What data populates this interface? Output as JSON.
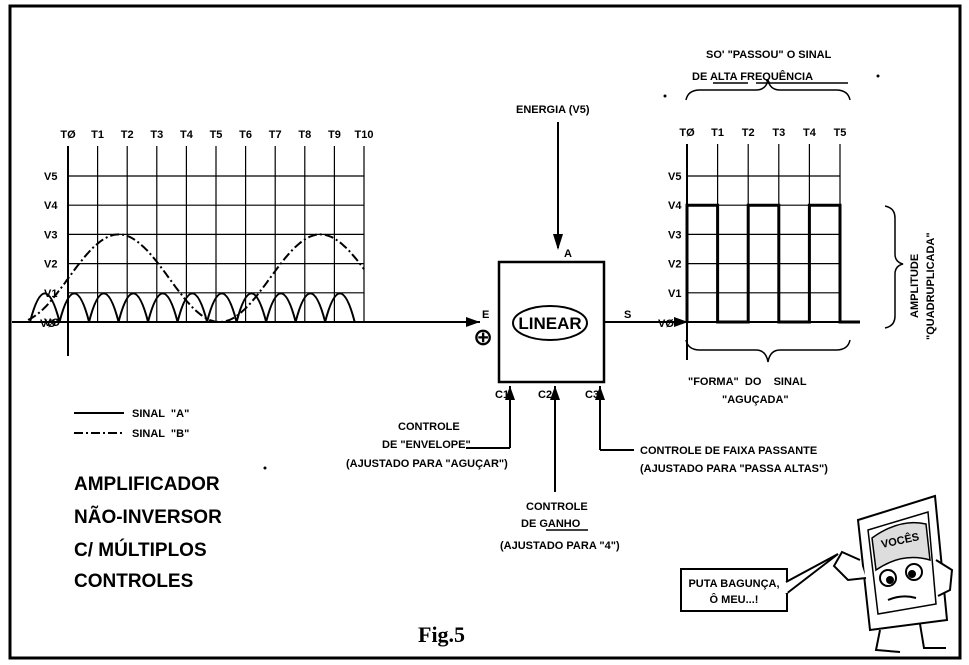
{
  "figure_label": "Fig.5",
  "left_chart": {
    "time_labels": [
      "TØ",
      "T1",
      "T2",
      "T3",
      "T4",
      "T5",
      "T6",
      "T7",
      "T8",
      "T9",
      "T10"
    ],
    "voltage_labels": [
      "V5",
      "V4",
      "V3",
      "V2",
      "V1",
      "VØ"
    ]
  },
  "right_chart": {
    "time_labels": [
      "TØ",
      "T1",
      "T2",
      "T3",
      "T4",
      "T5"
    ],
    "voltage_labels": [
      "V5",
      "V4",
      "V3",
      "V2",
      "V1"
    ],
    "input_label": "VØ",
    "square_wave_amplitude": "V4"
  },
  "top_note": {
    "line1": "SO' \"PASSOU\" O SINAL",
    "line2_a": "DE ",
    "line2_b": "ALTA",
    "line2_c": " FREQUÊNCIA"
  },
  "amplitude_note": {
    "line1": "AMPLITUDE",
    "line2": "\"QUADRUPLICADA\""
  },
  "shape_note": {
    "line1": "\"FORMA\"  DO    SINAL",
    "line2": "\"AGUÇADA\""
  },
  "block": {
    "name": "LINEAR",
    "input_pin": "E",
    "output_pin": "S",
    "power_pin": "A",
    "control_pins": [
      "C1",
      "C2",
      "C3"
    ],
    "plus_symbol": "⊕"
  },
  "energy_label": "ENERGIA (V5)",
  "controls": {
    "c1_line1": "CONTROLE",
    "c1_line2": "DE \"ENVELOPE\"",
    "c1_line3": "(AJUSTADO PARA \"AGUÇAR\")",
    "c2_line1": "CONTROLE",
    "c2_line2_a": "DE ",
    "c2_line2_b": "GANHO",
    "c2_line3": "(AJUSTADO PARA \"4\")",
    "c3_line1": "CONTROLE DE FAIXA PASSANTE",
    "c3_line2": "(AJUSTADO PARA \"PASSA ALTAS\")"
  },
  "legend": {
    "signal_a": "SINAL  \"A\"",
    "signal_b": "SINAL  \"B\""
  },
  "title_lines": [
    "AMPLIFICADOR",
    "NÃO-INVERSOR",
    "C/ MÚLTIPLOS",
    "CONTROLES"
  ],
  "speech_bubble": {
    "line1": "PUTA BAGUNÇA,",
    "line2": "Ô MEU...!"
  },
  "character_sign": "VOCÊS"
}
